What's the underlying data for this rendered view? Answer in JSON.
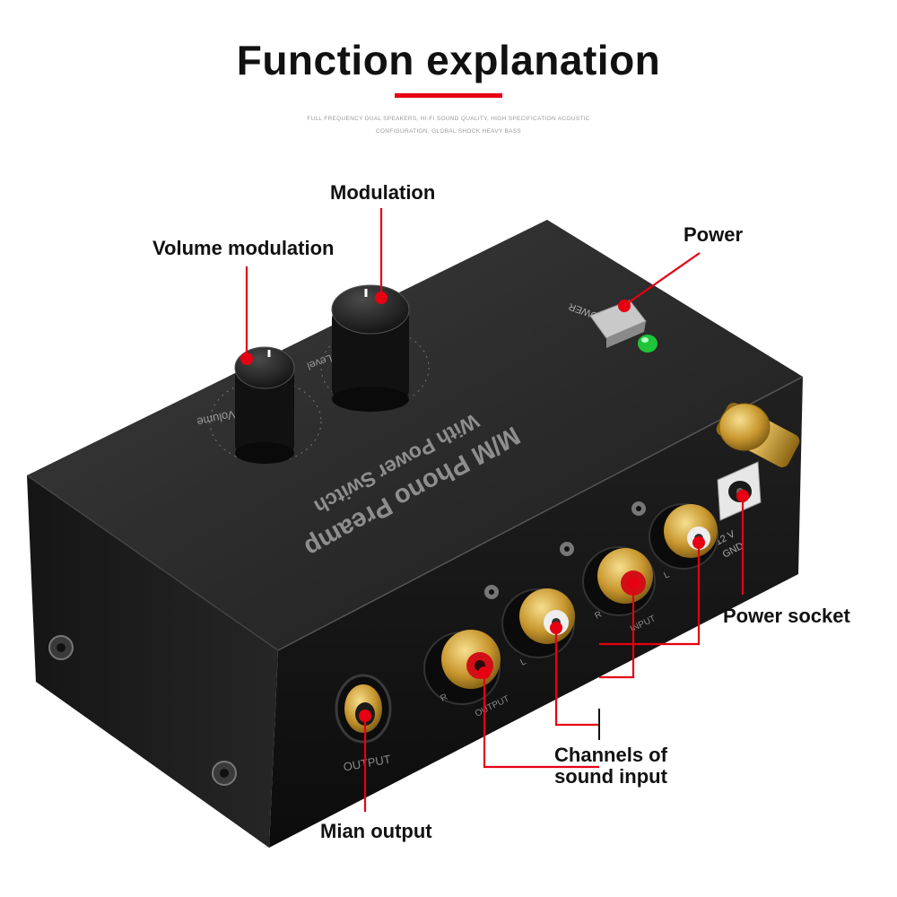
{
  "header": {
    "title": "Function explanation",
    "subtitle_line1": "FULL FREQUENCY DUAL SPEAKERS, HI-FI SOUND QUALITY, HIGH SPECIFICATION ACOUSTIC",
    "subtitle_line2": "CONFIGURATION, GLOBAL SHOCK HEAVY BASS",
    "accent_color": "#e60012"
  },
  "device": {
    "name_line1": "M/M Phono Preamp",
    "name_line2": "With Power Switch",
    "volume_print": "Volume",
    "level_print": "Level",
    "power_print": "POWER",
    "output_print": "OUTPUT",
    "output_group_print": "OUTPUT",
    "input_group_print": "INPUT",
    "dc_print": "12 V",
    "gnd_print": "GND",
    "r_print": "R",
    "l_print": "L",
    "led_color": "#1fc43a"
  },
  "callouts": {
    "modulation": "Modulation",
    "volume_modulation": "Volume modulation",
    "power": "Power",
    "power_socket": "Power socket",
    "channels_line1": "Channels of",
    "channels_line2": "sound input",
    "main_output": "Mian output"
  }
}
